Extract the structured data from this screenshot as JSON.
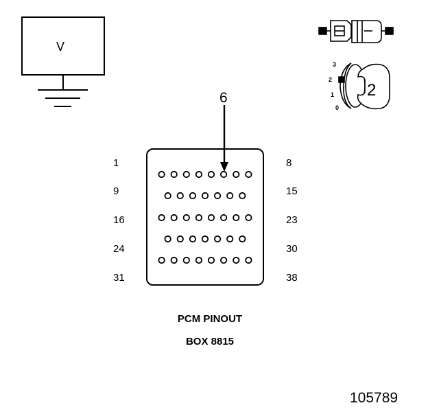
{
  "voltmeter": {
    "label": "V"
  },
  "pin_marker": {
    "label": "6"
  },
  "key_switch": {
    "positions": [
      "3",
      "2",
      "1",
      "0"
    ],
    "selected": "2"
  },
  "connector": {
    "row_labels_left": [
      "1",
      "9",
      "16",
      "24",
      "31"
    ],
    "row_labels_right": [
      "8",
      "15",
      "23",
      "30",
      "38"
    ],
    "pins_per_row": [
      8,
      7,
      8,
      7,
      8
    ]
  },
  "title": {
    "line1": "PCM PINOUT",
    "line2": "BOX 8815"
  },
  "reference_number": "105789"
}
